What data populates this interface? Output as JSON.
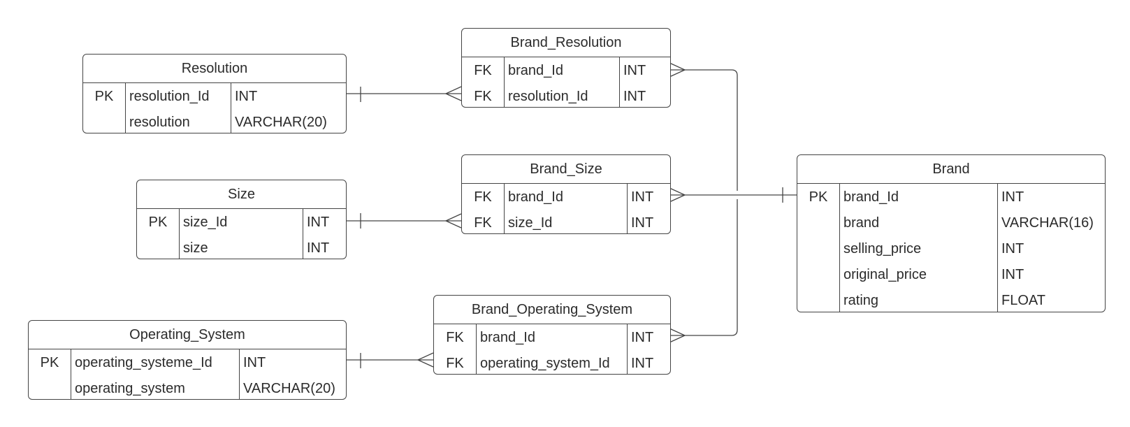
{
  "entities": {
    "resolution": {
      "title": "Resolution",
      "rows": [
        {
          "key": "PK",
          "name": "resolution_Id",
          "type": "INT"
        },
        {
          "key": "",
          "name": "resolution",
          "type": "VARCHAR(20)"
        }
      ]
    },
    "size": {
      "title": "Size",
      "rows": [
        {
          "key": "PK",
          "name": "size_Id",
          "type": "INT"
        },
        {
          "key": "",
          "name": "size",
          "type": "INT"
        }
      ]
    },
    "operating_system": {
      "title": "Operating_System",
      "rows": [
        {
          "key": "PK",
          "name": "operating_systeme_Id",
          "type": "INT"
        },
        {
          "key": "",
          "name": "operating_system",
          "type": "VARCHAR(20)"
        }
      ]
    },
    "brand_resolution": {
      "title": "Brand_Resolution",
      "rows": [
        {
          "key": "FK",
          "name": "brand_Id",
          "type": "INT"
        },
        {
          "key": "FK",
          "name": "resolution_Id",
          "type": "INT"
        }
      ]
    },
    "brand_size": {
      "title": "Brand_Size",
      "rows": [
        {
          "key": "FK",
          "name": "brand_Id",
          "type": "INT"
        },
        {
          "key": "FK",
          "name": "size_Id",
          "type": "INT"
        }
      ]
    },
    "brand_operating_system": {
      "title": "Brand_Operating_System",
      "rows": [
        {
          "key": "FK",
          "name": "brand_Id",
          "type": "INT"
        },
        {
          "key": "FK",
          "name": "operating_system_Id",
          "type": "INT"
        }
      ]
    },
    "brand": {
      "title": "Brand",
      "rows": [
        {
          "key": "PK",
          "name": "brand_Id",
          "type": "INT"
        },
        {
          "key": "",
          "name": "brand",
          "type": "VARCHAR(16)"
        },
        {
          "key": "",
          "name": "selling_price",
          "type": "INT"
        },
        {
          "key": "",
          "name": "original_price",
          "type": "INT"
        },
        {
          "key": "",
          "name": "rating",
          "type": "FLOAT"
        }
      ]
    }
  },
  "relationships": [
    {
      "one": "resolution",
      "many": "brand_resolution"
    },
    {
      "one": "size",
      "many": "brand_size"
    },
    {
      "one": "operating_system",
      "many": "brand_operating_system"
    },
    {
      "one": "brand",
      "many": "brand_resolution"
    },
    {
      "one": "brand",
      "many": "brand_size"
    },
    {
      "one": "brand",
      "many": "brand_operating_system"
    }
  ],
  "colors": {
    "line": "#444444",
    "background": "#ffffff",
    "text": "#2b2b2b"
  }
}
